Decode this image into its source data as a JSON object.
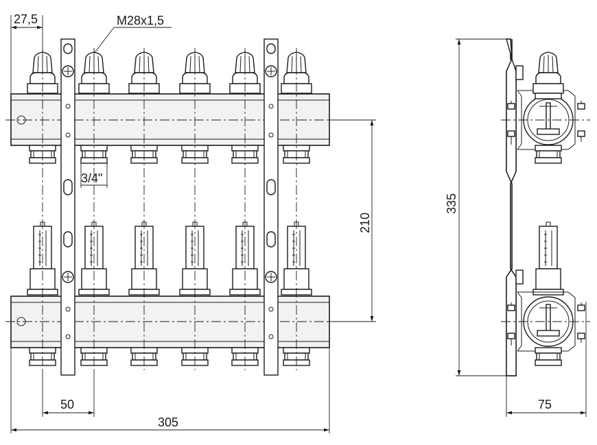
{
  "dimensions": {
    "offset_first_outlet": "27,5",
    "thread": "M28x1,5",
    "connection": "3/4\"",
    "center_distance": "210",
    "total_height": "335",
    "outlet_pitch": "50",
    "total_width": "305",
    "depth": "75"
  },
  "outlets": 6
}
